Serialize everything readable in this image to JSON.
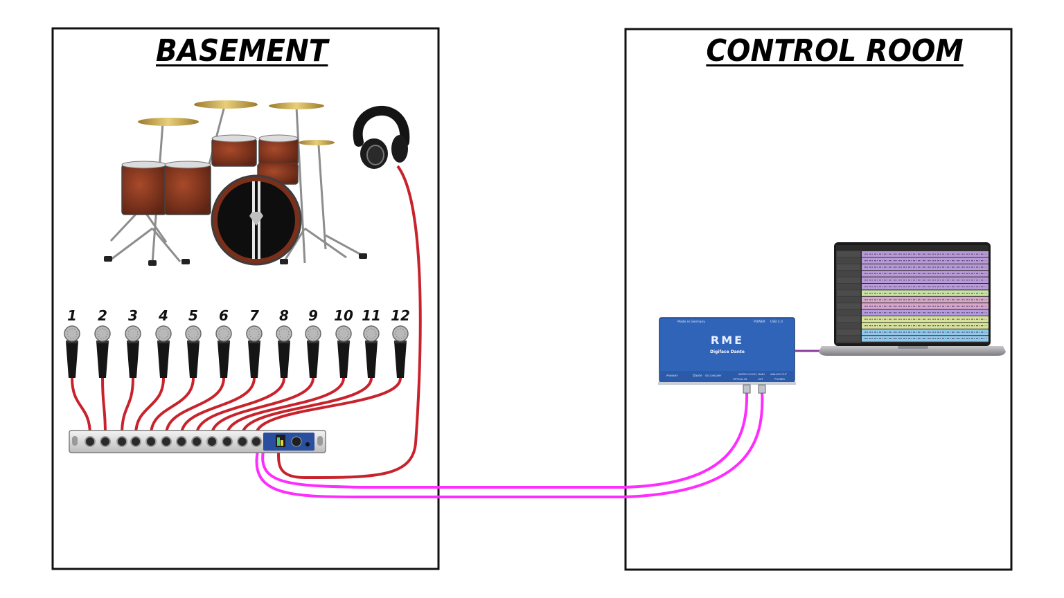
{
  "rooms": {
    "basement": {
      "title": "BASEMENT"
    },
    "control_room": {
      "title": "CONTROL ROOM"
    }
  },
  "microphones": {
    "labels": [
      "1",
      "2",
      "3",
      "4",
      "5",
      "6",
      "7",
      "8",
      "9",
      "10",
      "11",
      "12"
    ]
  },
  "interface": {
    "brand": "RME",
    "model": "Digiface Dante",
    "top_left": "Made in Germany",
    "power_label": "POWER",
    "usb_label": "USB 2.0",
    "dante_label": "Dante",
    "primary_label": "PRIMARY",
    "secondary_label": "SECONDARY",
    "word_clock_label": "WORD CLOCK / MADI",
    "analog_out_label": "ANALOG OUT",
    "optical_in_label": "OPTICAL IN",
    "out_label": "OUT",
    "phones_label": "PHONES"
  },
  "colors": {
    "analog_cable": "#c8232c",
    "optical_cable": "#ff2cff",
    "interface_blue": "#2f64b8",
    "drum_shell": "#8a3a22"
  }
}
